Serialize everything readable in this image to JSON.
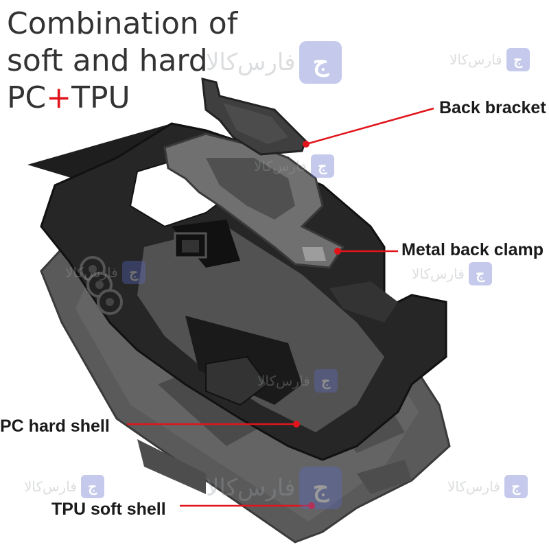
{
  "headline": {
    "line1": "Combination of",
    "line2": "soft and hard",
    "line3_left": "PC",
    "line3_plus": "+",
    "line3_right": "TPU"
  },
  "callouts": {
    "back_bracket": "Back bracket",
    "metal_back_clamp": "Metal back clamp",
    "pc_hard_shell": "PC hard shell",
    "tpu_soft_shell": "TPU soft shell"
  },
  "watermark": {
    "text": "فارس‌کالا",
    "logo_glyph": "ج"
  },
  "colors": {
    "accent_red": "#e1141b",
    "dark_case": "#2b2b2b",
    "tpu_gray": "#5a5a5a",
    "metal_gray": "#6e6e6e",
    "watermark_blue": "#5b6bc9"
  },
  "icons": [
    "camera-lens-icon",
    "kickstand-icon",
    "watermark-logo-icon"
  ]
}
